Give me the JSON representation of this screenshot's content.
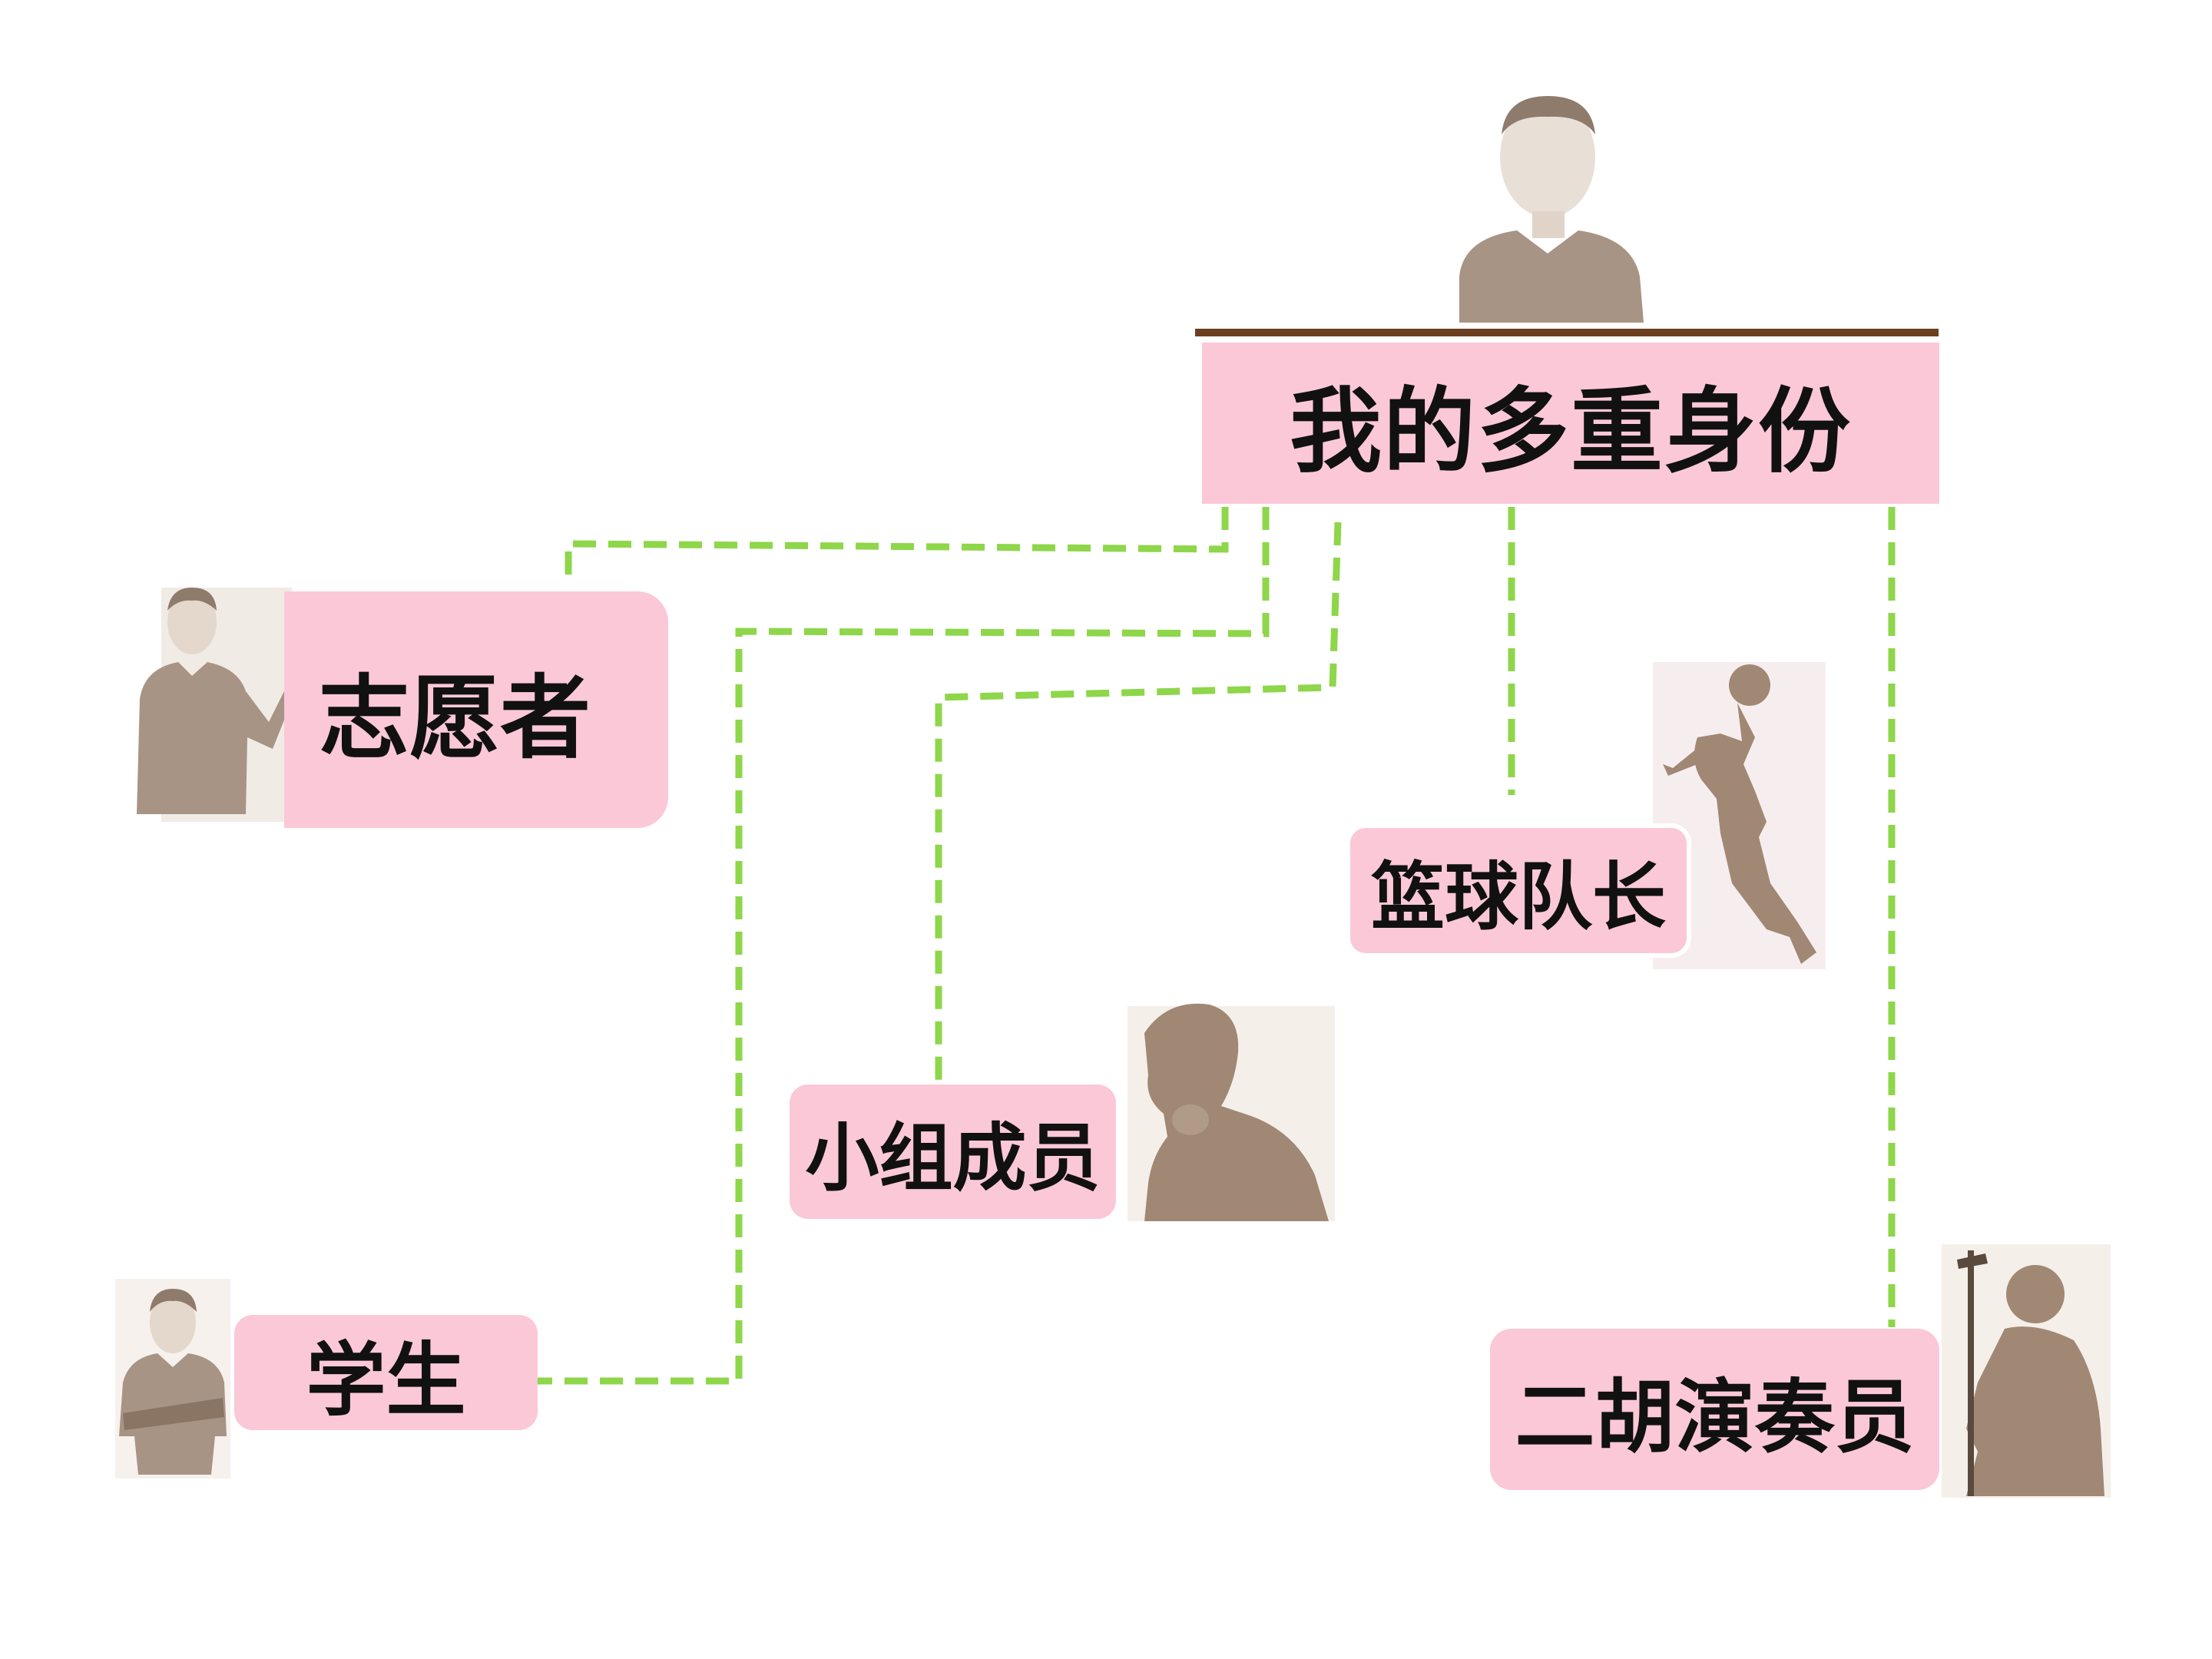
{
  "diagram": {
    "root": {
      "label": "我的多重身份"
    },
    "roles": [
      {
        "id": "volunteer",
        "label": "志愿者",
        "figure": "person-presenting-icon"
      },
      {
        "id": "captain",
        "label": "篮球队长",
        "figure": "basketball-player-icon"
      },
      {
        "id": "member",
        "label": "小组成员",
        "figure": "person-thinking-icon"
      },
      {
        "id": "student",
        "label": "学生",
        "figure": "person-arms-crossed-icon"
      },
      {
        "id": "erhu",
        "label": "二胡演奏员",
        "figure": "erhu-player-icon"
      }
    ],
    "colors": {
      "box": "#fbc8d8",
      "connector": "#8ed64a",
      "bar": "#6b3f1f",
      "figure": "#a89484",
      "silhouette": "#a08874"
    }
  }
}
